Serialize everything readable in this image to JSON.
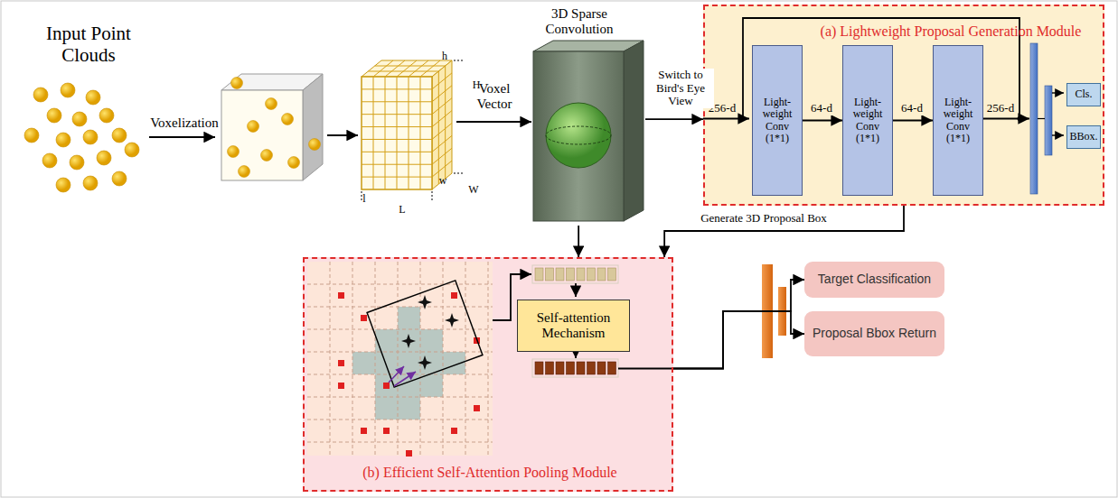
{
  "diagram": {
    "nodes": [
      {
        "text": [
          "3D Sparse Convolution"
        ]
      },
      {
        "text": [
          "(a) Lightweight Proposal Generation Module"
        ]
      },
      {
        "text": [
          "Light-weight Conv (1*1)"
        ],
        "in": 1
      },
      {
        "text": [
          "Light-weight Conv (1*1)"
        ],
        "in": 1
      },
      {
        "text": [
          "Light-weight Conv (1*1)"
        ],
        "in": 1
      },
      {
        "text": [
          "Cls."
        ],
        "in": 1
      },
      {
        "text": [
          "BBox."
        ],
        "in": 1
      },
      {
        "text": [
          "(b) Efficient Self-Attention Pooling Module"
        ]
      },
      {
        "text": [
          "Self-attention Mechanism"
        ],
        "in": 7
      },
      {
        "text": [
          "Target Classification"
        ]
      },
      {
        "text": [
          "Proposal Bbox Return"
        ]
      }
    ],
    "edges": [
      {
        "from": 0,
        "to": 1,
        "label": "Switch to Bird's Eye View",
        "arrow": "to"
      },
      {
        "from": 0,
        "to": 7,
        "arrow": "to"
      },
      {
        "from": 1,
        "to": 7,
        "label": "Generate 3D Proposal Box",
        "arrow": "to"
      },
      {
        "from": 2,
        "to": 3,
        "label": "64-d",
        "arrow": "to"
      },
      {
        "from": 3,
        "to": 4,
        "label": "64-d",
        "arrow": "to"
      },
      {
        "from": 7,
        "to": 9,
        "arrow": "to"
      },
      {
        "from": 7,
        "to": 10,
        "arrow": "to"
      }
    ],
    "labels": [
      "Input Point Clouds",
      "Voxelization",
      "h",
      "H",
      "w",
      "W",
      "l",
      "L",
      "Voxel Vector",
      "256-d",
      "256-d"
    ]
  }
}
